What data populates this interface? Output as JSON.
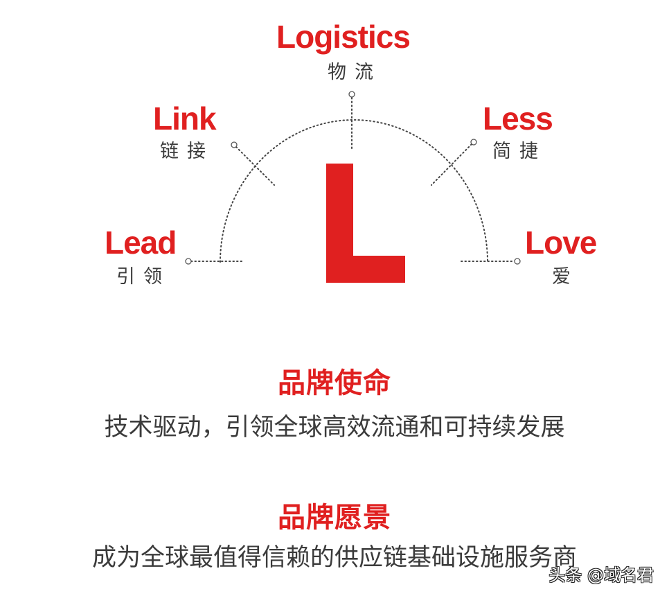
{
  "diagram": {
    "center_letter": "L",
    "accent_color": "#e02020",
    "text_color": "#3b3b3b",
    "nodes": [
      {
        "id": "lead",
        "en": "Lead",
        "cn": "引领",
        "position": "left"
      },
      {
        "id": "link",
        "en": "Link",
        "cn": "链接",
        "position": "upper-left"
      },
      {
        "id": "logistics",
        "en": "Logistics",
        "cn": "物流",
        "position": "top"
      },
      {
        "id": "less",
        "en": "Less",
        "cn": "简捷",
        "position": "upper-right"
      },
      {
        "id": "love",
        "en": "Love",
        "cn": "爱",
        "position": "right"
      }
    ]
  },
  "mission": {
    "heading": "品牌使命",
    "text": "技术驱动，引领全球高效流通和可持续发展"
  },
  "vision": {
    "heading": "品牌愿景",
    "text": "成为全球最值得信赖的供应链基础设施服务商"
  },
  "watermark": "头条 @域名君"
}
